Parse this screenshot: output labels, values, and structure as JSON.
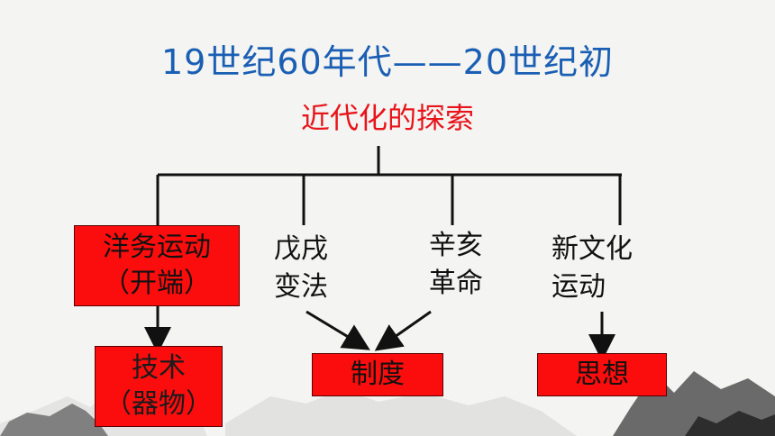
{
  "title": "19世纪60年代——20世纪初",
  "subtitle": "近代化的探索",
  "nodes": {
    "yangwu": {
      "line1": "洋务运动",
      "line2": "（开端）"
    },
    "wuxu": {
      "line1": "戊戌",
      "line2": "变法"
    },
    "xinhai": {
      "line1": "辛亥",
      "line2": "革命"
    },
    "xinwenhua": {
      "line1": "新文化",
      "line2": "运动"
    }
  },
  "outcomes": {
    "jishu": {
      "line1": "技术",
      "line2": "（器物）"
    },
    "zhidu": {
      "line1": "制度"
    },
    "sixiang": {
      "line1": "思想"
    }
  },
  "colors": {
    "title": "#1a5fb4",
    "subtitle": "#e8141a",
    "box": "#fb0d0d"
  }
}
